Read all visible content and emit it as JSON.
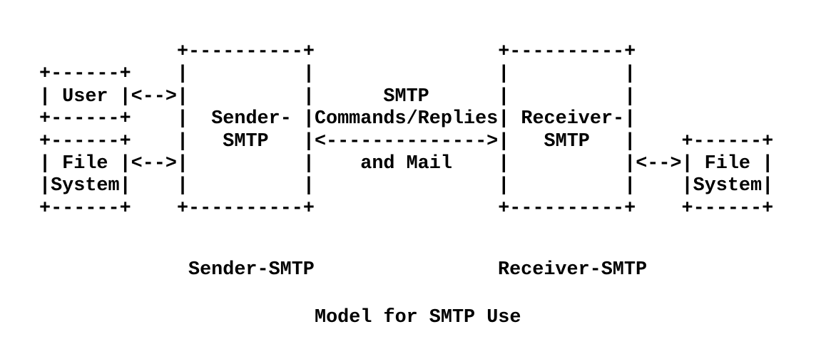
{
  "figure": {
    "ascii_art": [
      "            +----------+                +----------+",
      "+------+    |          |                |          |",
      "| User |<-->|          |      SMTP      |          |",
      "+------+    |  Sender- |Commands/Replies| Receiver-|",
      "+------+    |   SMTP   |<-------------->|   SMTP   |    +------+",
      "| File |<-->|          |    and Mail    |          |<-->| File |",
      "|System|    |          |                |          |    |System|",
      "+------+    +----------+                +----------+    +------+"
    ],
    "annotations": {
      "sender_label": "Sender-SMTP",
      "receiver_label": "Receiver-SMTP",
      "caption": "Model for SMTP Use"
    },
    "colors": {
      "ink": "#000000",
      "paper": "#ffffff"
    }
  }
}
